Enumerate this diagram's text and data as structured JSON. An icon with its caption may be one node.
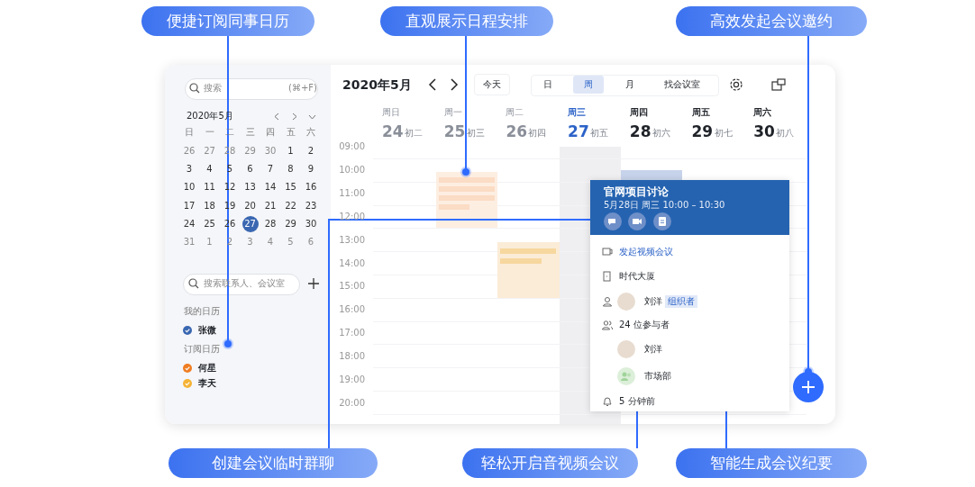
{
  "diagram": {
    "nodes": [
      {
        "text": [
          "便捷订阅同事日历"
        ]
      },
      {
        "text": [
          "直观展示日程安排"
        ]
      },
      {
        "text": [
          "高效发起会议邀约"
        ]
      },
      {
        "text": [
          "创建会议临时群聊"
        ]
      },
      {
        "text": [
          "轻松开启音视频会议"
        ]
      },
      {
        "text": [
          "智能生成会议纪要"
        ]
      },
      {
        "text": [],
        "shape": "box"
      },
      {
        "text": [
          "官网项目讨论",
          "5月28日 周三 10:00 – 10:30",
          "发起视频会议",
          "时代大厦",
          "刘洋",
          "组织者",
          "24 位参与者",
          "刘洋",
          "市场部",
          "5 分钟前"
        ]
      },
      {
        "text": [],
        "shape": "circle",
        "in": 7
      },
      {
        "text": [],
        "shape": "circle",
        "in": 7
      },
      {
        "text": [],
        "shape": "circle",
        "in": 7
      },
      {
        "text": [],
        "shape": "circle"
      },
      {
        "text": [
          "订阅日历"
        ]
      }
    ],
    "edges": [
      {
        "from": 0,
        "to": 12,
        "arrow": "other"
      },
      {
        "from": 1,
        "to": 6,
        "arrow": "other"
      },
      {
        "from": 2,
        "to": 11,
        "arrow": "other"
      },
      {
        "from": 3,
        "to": 8,
        "arrow": "other"
      },
      {
        "from": 4,
        "to": 9,
        "arrow": "other"
      },
      {
        "from": 5,
        "to": 10,
        "arrow": "other"
      }
    ],
    "labels": [
      "搜索",
      "(⌘+F)",
      "2020年5月",
      "日",
      "一",
      "二",
      "三",
      "四",
      "五",
      "六",
      "26",
      "27",
      "28",
      "29",
      "30",
      "1",
      "2",
      "3",
      "4",
      "5",
      "6",
      "7",
      "8",
      "9",
      "10",
      "11",
      "12",
      "13",
      "14",
      "15",
      "16",
      "17",
      "18",
      "19",
      "20",
      "21",
      "22",
      "23",
      "24",
      "25",
      "26",
      "27",
      "28",
      "29",
      "30",
      "31",
      "1",
      "2",
      "3",
      "4",
      "5",
      "6",
      "搜索联系人、会议室",
      "我的日历",
      "张微",
      "何星",
      "李天",
      "2020年5月",
      "今天",
      "日",
      "周",
      "月",
      "找会议室",
      "周日",
      "24",
      "初二",
      "周一",
      "25",
      "初三",
      "周二",
      "26",
      "初四",
      "周三",
      "27",
      "初五",
      "周四",
      "28",
      "初六",
      "周五",
      "29",
      "初七",
      "周六",
      "30",
      "初八",
      "09:00",
      "10:00",
      "11:00",
      "12:00",
      "13:00",
      "14:00",
      "15:00",
      "16:00",
      "17:00",
      "18:00",
      "19:00",
      "20:00"
    ]
  }
}
